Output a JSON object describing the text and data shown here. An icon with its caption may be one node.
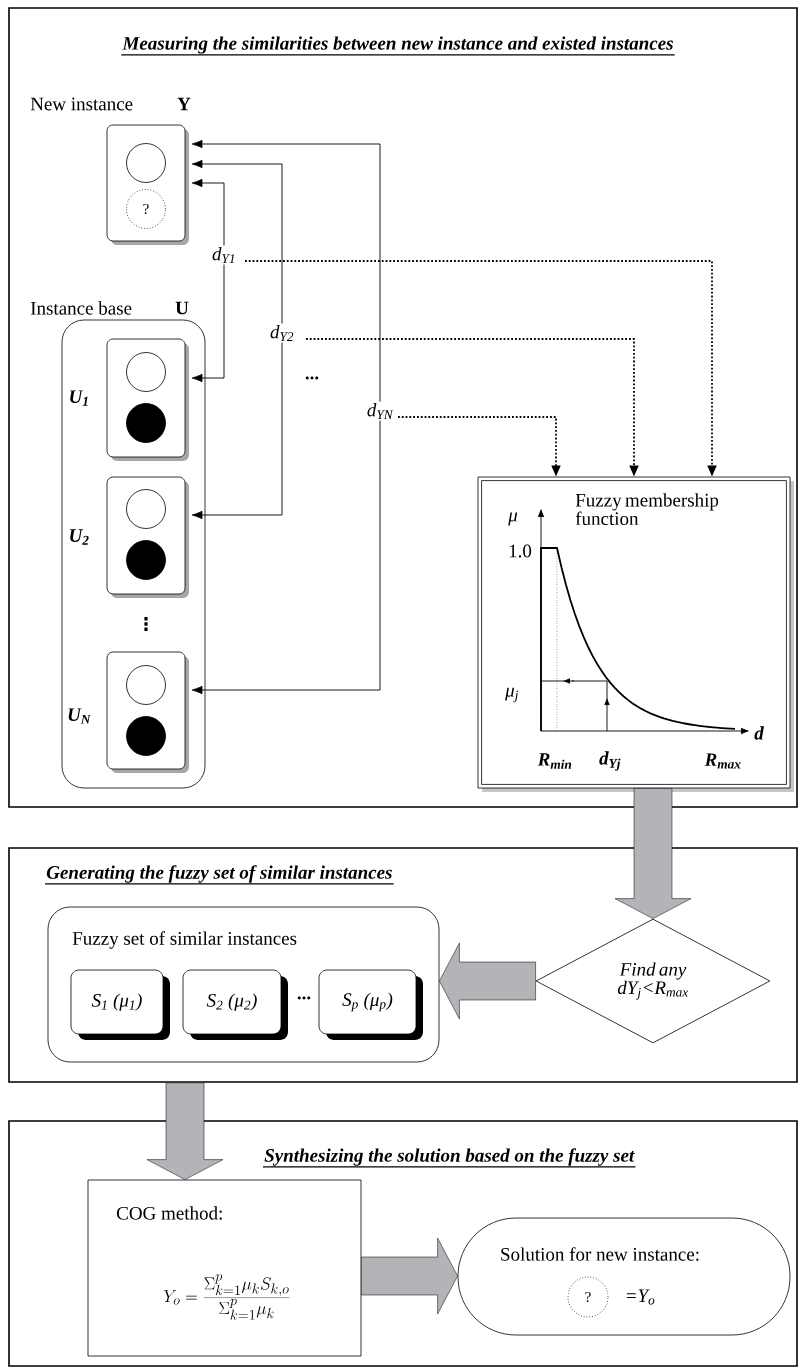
{
  "diagram": {
    "nodes": [
      {
        "text": [
          "Measuring the similarities between new instance and existed instances"
        ]
      },
      {
        "text": [
          "New instance",
          "Y"
        ],
        "in": 0
      },
      {
        "text": [],
        "shape": "circle",
        "in": 1
      },
      {
        "text": [
          "?"
        ],
        "in": 1
      },
      {
        "text": [
          "Instance base",
          "U"
        ],
        "in": 0
      },
      {
        "text": [],
        "shape": "box",
        "beside": [
          "U$_{1}$"
        ],
        "in": 4
      },
      {
        "text": [],
        "shape": "circle",
        "in": 5
      },
      {
        "text": [],
        "shape": "circle",
        "in": 5
      },
      {
        "text": [],
        "shape": "box",
        "beside": [
          "U$_{2}$"
        ],
        "in": 4
      },
      {
        "text": [],
        "shape": "circle",
        "in": 8
      },
      {
        "text": [],
        "shape": "circle",
        "in": 8
      },
      {
        "text": [],
        "shape": "box",
        "beside": [
          "U$_{N}$"
        ],
        "in": 4
      },
      {
        "text": [],
        "shape": "circle",
        "in": 11
      },
      {
        "text": [],
        "shape": "circle",
        "in": 11
      },
      {
        "text": [
          "Fuzzy membership function"
        ],
        "in": 0
      },
      {
        "text": [
          "Generating the fuzzy set of similar instances"
        ]
      },
      {
        "text": [
          "Fuzzy set of similar instances"
        ],
        "in": 15
      },
      {
        "text": [
          "S$_{1}$ (μ$_{1}$)"
        ],
        "in": 16
      },
      {
        "text": [
          "S$_{2}$ (μ$_{2}$)"
        ],
        "in": 16
      },
      {
        "text": [
          "S$_{p}$ (μ$_{p}$)"
        ],
        "in": 16
      },
      {
        "text": [
          "Find any dY$_{j}$<R$_{max}$"
        ],
        "in": 15
      },
      {
        "text": [
          "Synthesizing the solution based on the fuzzy set"
        ]
      },
      {
        "text": [
          "COG method:",
          "Y_o=\\frac{\\Sigma_{k=1}^{p}\\mu_k S_{k,o}}{\\Sigma_{k=1}^{p}\\mu_k}"
        ],
        "in": 21
      },
      {
        "text": [
          "Solution for new instance:",
          "=Y$_{o}$"
        ],
        "in": 21
      },
      {
        "text": [
          "?"
        ],
        "in": 23
      }
    ],
    "edges": [
      {
        "from": 5,
        "to": 1,
        "arrow": "both",
        "label": "d$_{Y1}$"
      },
      {
        "from": 8,
        "to": 1,
        "arrow": "both",
        "label": "d$_{Y2}$"
      },
      {
        "from": 11,
        "to": 1,
        "arrow": "both",
        "label": "d$_{YN}$"
      },
      {
        "from": null,
        "to": 14,
        "arrow": "to",
        "style": "dashed"
      },
      {
        "from": null,
        "to": 14,
        "arrow": "to",
        "style": "dashed"
      },
      {
        "from": null,
        "to": 14,
        "arrow": "to",
        "style": "dashed"
      },
      {
        "from": 14,
        "to": 20,
        "arrow": "to",
        "style": "thick",
        "color": "#b3b3b8"
      },
      {
        "from": 20,
        "to": 16,
        "arrow": "to",
        "style": "thick",
        "color": "#b3b3b8"
      },
      {
        "from": 15,
        "to": 22,
        "arrow": "to",
        "style": "thick",
        "color": "#b3b3b8"
      },
      {
        "from": 22,
        "to": 23,
        "arrow": "to",
        "style": "thick",
        "color": "#b3b3b8"
      }
    ],
    "labels": [
      "...",
      "⋮",
      "μ",
      "1.0",
      "μ$_{j}$",
      "d",
      "R$_{min}$",
      "d$_{Yj}$",
      "R$_{max}$",
      "..."
    ]
  }
}
